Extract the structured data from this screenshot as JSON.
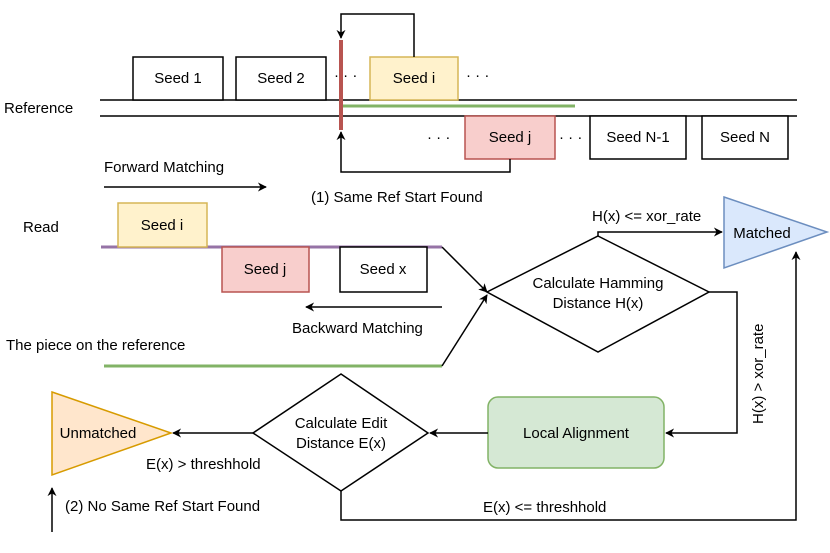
{
  "reference": {
    "label": "Reference",
    "seeds": [
      "Seed 1",
      "Seed 2",
      "Seed i",
      "Seed j",
      "Seed N-1",
      "Seed N"
    ],
    "ellipses": [
      "· · ·",
      "· · ·",
      "· · ·",
      "· · ·"
    ]
  },
  "read": {
    "label": "Read",
    "seeds": [
      "Seed i",
      "Seed j",
      "Seed x"
    ]
  },
  "labels": {
    "forward_matching": "Forward Matching",
    "same_ref_start": "(1) Same Ref Start Found",
    "backward_matching": "Backward Matching",
    "piece_on_reference": "The piece on the reference",
    "no_same_ref_start": "(2) No Same Ref Start Found",
    "hamming_le": "H(x) <= xor_rate",
    "hamming_gt": "H(x) > xor_rate",
    "edit_gt": "E(x) > threshhold",
    "edit_le": "E(x) <= threshhold"
  },
  "nodes": {
    "hamming_line1": "Calculate Hamming",
    "hamming_line2": "Distance H(x)",
    "edit_line1": "Calculate Edit",
    "edit_line2": "Distance E(x)",
    "local_alignment": "Local Alignment",
    "matched": "Matched",
    "unmatched": "Unmatched"
  },
  "colors": {
    "yellow_fill": "#fff2cc",
    "yellow_stroke": "#d6b656",
    "red_fill": "#f8cecc",
    "red_stroke": "#b85450",
    "green_fill": "#d5e8d4",
    "green_stroke": "#82b366",
    "blue_fill": "#dae8fc",
    "blue_stroke": "#6c8ebf",
    "orange_fill": "#ffe6cc",
    "orange_stroke": "#d79b00",
    "ref_marker": "#b85450",
    "purple_line": "#9673a6",
    "green_line": "#82b366"
  }
}
